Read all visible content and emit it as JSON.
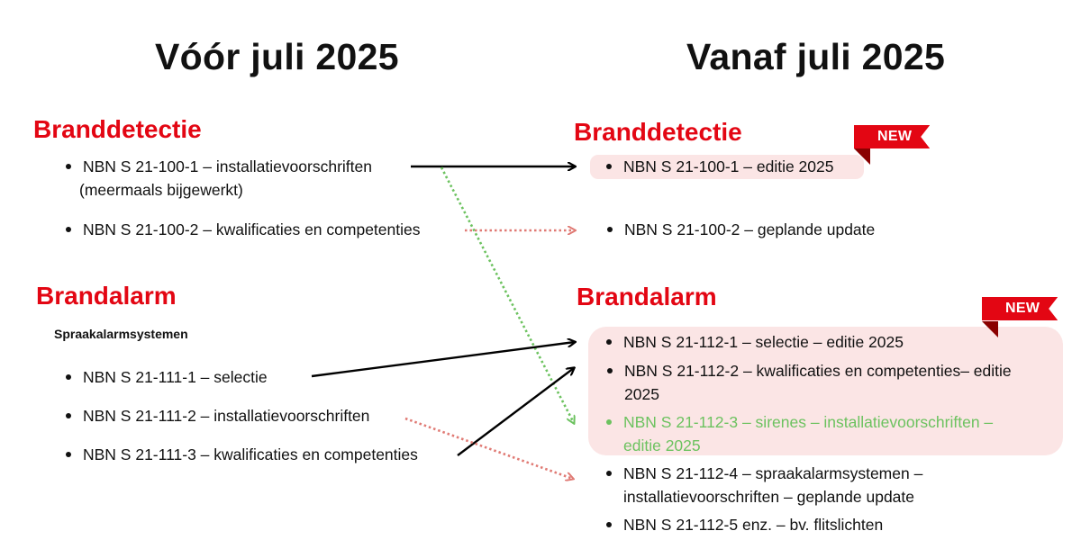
{
  "colors": {
    "red": "#e30613",
    "green": "#6cc25f",
    "highlight": "#fbe5e5",
    "dotted_red": "#e07a74"
  },
  "left": {
    "title": "Vóór juli 2025",
    "detection": {
      "heading": "Branddetectie",
      "items": [
        {
          "line1": "NBN S 21-100-1 – installatievoorschriften",
          "line2": "(meermaals bijgewerkt)"
        },
        {
          "line1": "NBN S 21-100-2 – kwalificaties en competenties"
        }
      ]
    },
    "alarm": {
      "heading": "Brandalarm",
      "subheading": "Spraakalarmsystemen",
      "items": [
        "NBN S 21-111-1 – selectie",
        "NBN S 21-111-2 – installatievoorschriften",
        "NBN S 21-111-3 – kwalificaties en competenties"
      ]
    }
  },
  "right": {
    "title": "Vanaf juli 2025",
    "detection": {
      "heading": "Branddetectie",
      "badge": "NEW",
      "items": [
        "NBN S 21-100-1 – editie 2025",
        "NBN S 21-100-2 – geplande update"
      ]
    },
    "alarm": {
      "heading": "Brandalarm",
      "badge": "NEW",
      "items": [
        {
          "line1": "NBN S 21-112-1 – selectie – editie 2025"
        },
        {
          "line1": "NBN S 21-112-2 – kwalificaties en competenties– editie",
          "line2": "2025"
        },
        {
          "line1": "NBN S 21-112-3 – sirenes – installatievoorschriften  –",
          "line2": "editie 2025"
        },
        {
          "line1": "NBN S 21-112-4 – spraakalarmsystemen –",
          "line2": "installatievoorschriften  – geplande update"
        },
        {
          "line1": "NBN S 21-112-5 enz. – bv. flitslichten"
        }
      ]
    }
  }
}
